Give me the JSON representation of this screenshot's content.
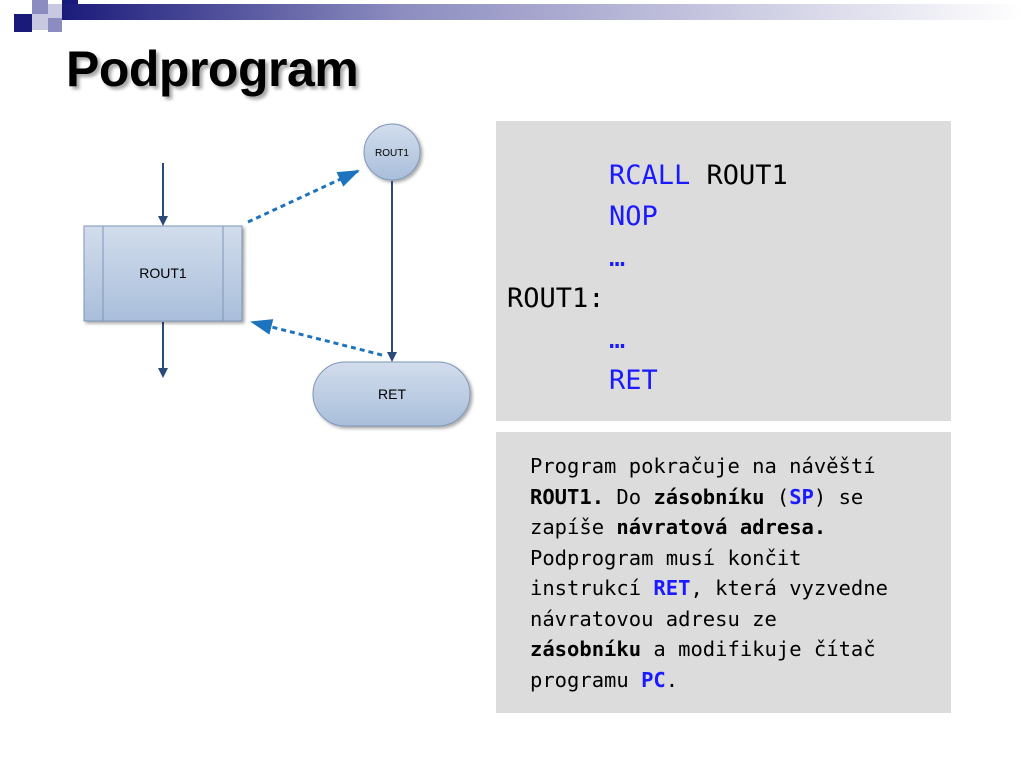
{
  "slide": {
    "title": "Podprogram"
  },
  "diagram": {
    "process_label": "ROUT1",
    "start_label": "ROUT1",
    "end_label": "RET"
  },
  "code": {
    "lines": [
      {
        "kw": "RCALL",
        "arg": " ROUT1"
      },
      {
        "kw": "NOP",
        "arg": ""
      },
      {
        "kw": "…",
        "arg": ""
      },
      {
        "label": "ROUT1:"
      },
      {
        "kw": "…",
        "arg": ""
      },
      {
        "kw": "RET",
        "arg": ""
      }
    ]
  },
  "description": {
    "l1": "Program pokračuje na návěští",
    "l2a": "ROUT1.",
    "l2b": " Do ",
    "l2c": "zásobníku",
    "l2d": " (",
    "l2e": "SP",
    "l2f": ") se",
    "l3a": "zapíše ",
    "l3b": "návratová adresa",
    "l3c": ".",
    "l4": "Podprogram musí končit",
    "l5a": "instrukcí ",
    "l5b": "RET",
    "l5c": ", která vyzvedne",
    "l6": "návratovou adresu ze",
    "l7a": "zásobníku",
    "l7b": " a modifikuje čítač",
    "l8a": "programu ",
    "l8b": "PC",
    "l8c": "."
  },
  "colors": {
    "accent": "#1a1aff",
    "arrow_blue": "#1e73be",
    "shape_fill": "#b7c9e2",
    "panel": "#dcdcdc"
  }
}
